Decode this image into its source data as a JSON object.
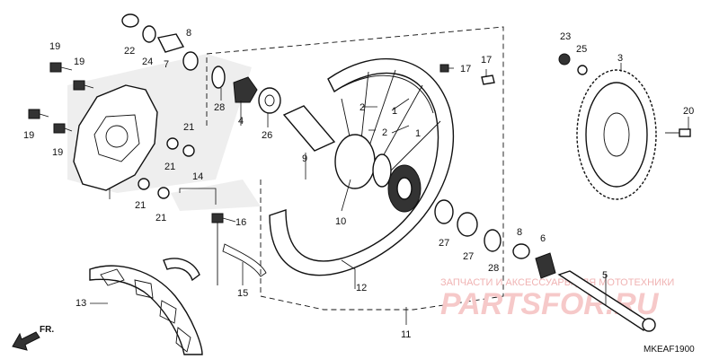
{
  "diagram": {
    "part_labels": [
      "1",
      "1",
      "2",
      "2",
      "3",
      "4",
      "5",
      "6",
      "7",
      "8",
      "8",
      "9",
      "10",
      "11",
      "12",
      "13",
      "14",
      "15",
      "16",
      "17",
      "17",
      "19",
      "19",
      "19",
      "19",
      "20",
      "21",
      "21",
      "21",
      "21",
      "22",
      "23",
      "24",
      "25",
      "26",
      "27",
      "27",
      "28",
      "28"
    ],
    "direction_label": "FR.",
    "figure_code": "MKEAF1900"
  },
  "watermark": {
    "line1": "ЗАПЧАСТИ И АКСЕССУАРЫ ДЛЯ МОТОТЕХНИКИ",
    "line2": "PARTSFOR.RU"
  }
}
